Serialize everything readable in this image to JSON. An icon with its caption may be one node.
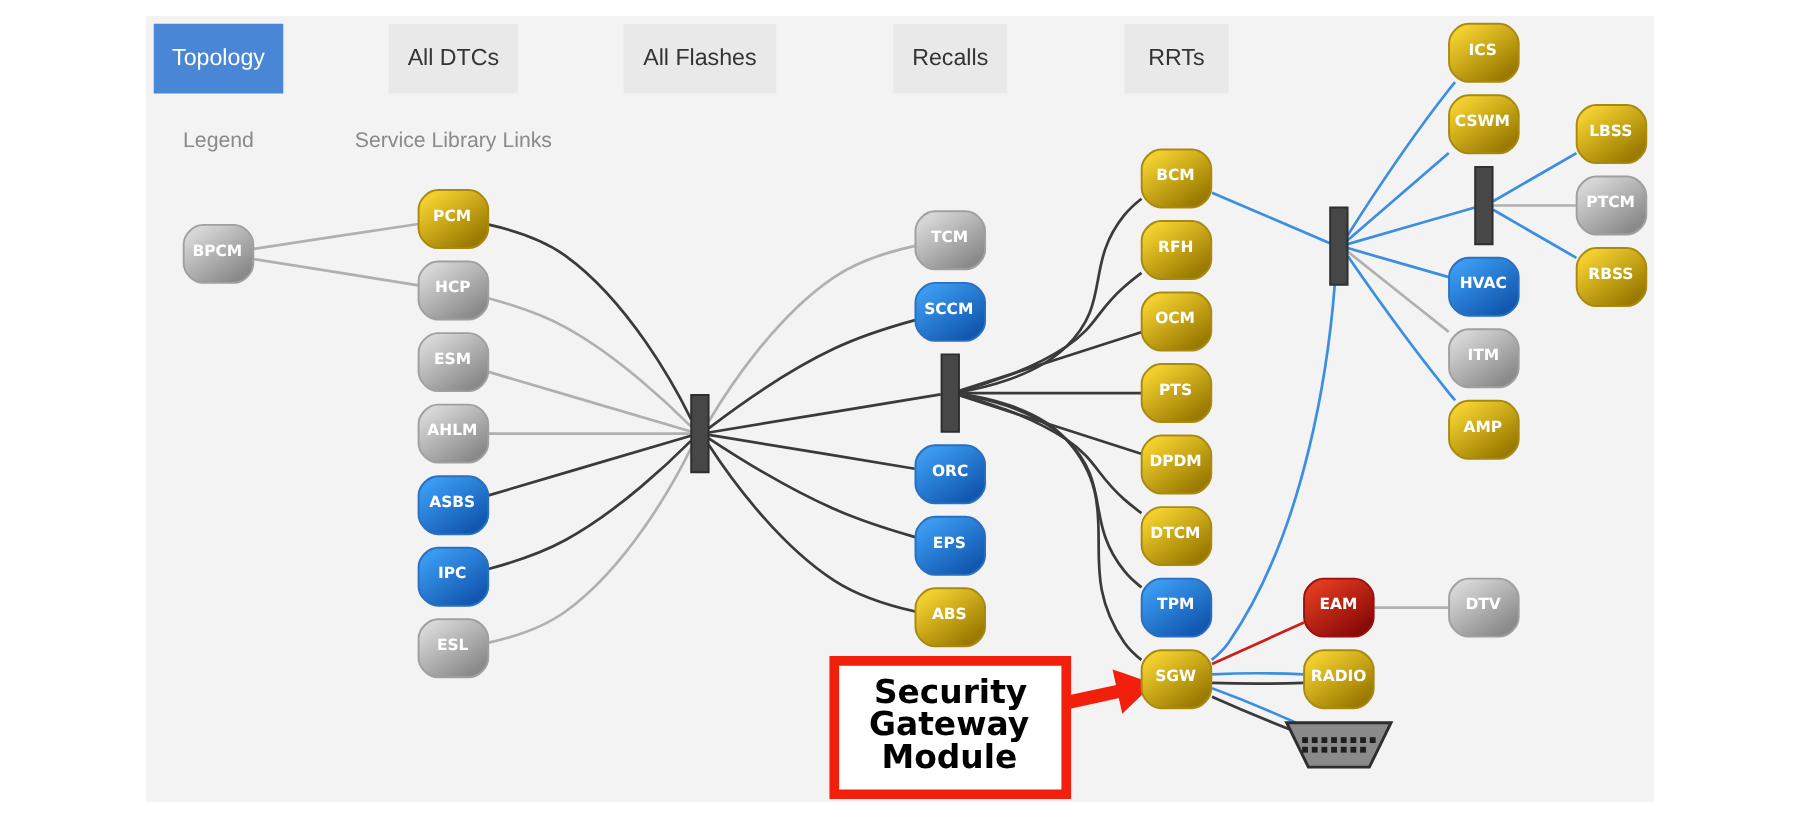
{
  "diagram": {
    "nodes": [
      {
        "text": [
          "BCM"
        ]
      },
      {
        "text": [
          "PCM"
        ]
      },
      {
        "text": [
          "TCM"
        ]
      },
      {
        "text": [
          "RFH"
        ]
      },
      {
        "text": [
          "ICS"
        ]
      },
      {
        "text": [
          "ESM"
        ]
      },
      {
        "text": [
          "SCCM"
        ]
      },
      {
        "text": [
          "OCM"
        ]
      },
      {
        "text": [
          "CSWM"
        ]
      },
      {
        "text": [
          "AHLM"
        ]
      },
      {
        "text": [
          "PTS"
        ]
      },
      {
        "text": [
          "LBSS"
        ]
      },
      {
        "text": [
          "BPCM"
        ]
      },
      {
        "text": [
          "HCP"
        ]
      },
      {
        "text": [],
        "shape": "bar"
      },
      {
        "text": [],
        "shape": "bar"
      },
      {
        "text": [],
        "shape": "bar"
      },
      {
        "text": [],
        "shape": "bar"
      },
      {
        "text": [
          "PTCM"
        ]
      },
      {
        "text": [
          "ASBS"
        ]
      },
      {
        "text": [
          "ORC"
        ]
      },
      {
        "text": [
          "DPDM"
        ]
      },
      {
        "text": [
          "HVAC"
        ]
      },
      {
        "text": [
          "RBSS"
        ]
      },
      {
        "text": [
          "IPC"
        ]
      },
      {
        "text": [
          "EPS"
        ]
      },
      {
        "text": [
          "DTCM"
        ]
      },
      {
        "text": [
          "ITM"
        ]
      },
      {
        "text": [
          "ESL"
        ]
      },
      {
        "text": [
          "ABS"
        ]
      },
      {
        "text": [
          "TPM"
        ]
      },
      {
        "text": [
          "AMP"
        ]
      },
      {
        "text": [
          "DTV"
        ]
      },
      {
        "text": [
          "EAM"
        ]
      },
      {
        "text": [
          "RADIO"
        ]
      },
      {
        "text": [
          "Security Gateway Module"
        ]
      },
      {
        "text": [
          "SGW"
        ]
      },
      {
        "text": [],
        "shape": "picture"
      }
    ],
    "edges": [
      {
        "from": 1,
        "to": 14,
        "arrow": "none"
      },
      {
        "from": 5,
        "to": 14,
        "arrow": "none",
        "color": "#b0b0b0"
      },
      {
        "from": 9,
        "to": 14,
        "arrow": "none",
        "color": "#b0b0b0"
      },
      {
        "from": 13,
        "to": 14,
        "arrow": "none",
        "color": "#b0b0b0"
      },
      {
        "from": 19,
        "to": 14,
        "arrow": "none"
      },
      {
        "from": 24,
        "to": 14,
        "arrow": "none"
      },
      {
        "from": 28,
        "to": 14,
        "arrow": "none",
        "color": "#b0b0b0"
      },
      {
        "from": 12,
        "to": 1,
        "arrow": "none",
        "color": "#b0b0b0"
      },
      {
        "from": 12,
        "to": 13,
        "arrow": "none",
        "color": "#b0b0b0"
      },
      {
        "from": 14,
        "to": 2,
        "arrow": "none",
        "color": "#b0b0b0"
      },
      {
        "from": 14,
        "to": 6,
        "arrow": "none"
      },
      {
        "from": 14,
        "to": 20,
        "arrow": "none"
      },
      {
        "from": 14,
        "to": 25,
        "arrow": "none"
      },
      {
        "from": 14,
        "to": 29,
        "arrow": "none"
      },
      {
        "from": 14,
        "to": 15,
        "arrow": "none"
      },
      {
        "from": 15,
        "to": 3,
        "arrow": "none"
      },
      {
        "from": 15,
        "to": 7,
        "arrow": "none"
      },
      {
        "from": 15,
        "to": 10,
        "arrow": "none"
      },
      {
        "from": 15,
        "to": 21,
        "arrow": "none"
      },
      {
        "from": 15,
        "to": 26,
        "arrow": "none"
      },
      {
        "from": 15,
        "to": 30,
        "arrow": "none"
      },
      {
        "from": 15,
        "to": 0,
        "arrow": "none"
      },
      {
        "from": 15,
        "to": 36,
        "arrow": "none"
      },
      {
        "from": 0,
        "to": 16,
        "arrow": "none",
        "color": "#3d8ee0"
      },
      {
        "from": 36,
        "to": 16,
        "arrow": "none",
        "color": "#3d8ee0"
      },
      {
        "from": 16,
        "to": 4,
        "arrow": "none",
        "color": "#3d8ee0"
      },
      {
        "from": 16,
        "to": 8,
        "arrow": "none",
        "color": "#3d8ee0"
      },
      {
        "from": 16,
        "to": 22,
        "arrow": "none",
        "color": "#3d8ee0"
      },
      {
        "from": 16,
        "to": 27,
        "arrow": "none",
        "color": "#b0b0b0"
      },
      {
        "from": 16,
        "to": 31,
        "arrow": "none",
        "color": "#3d8ee0"
      },
      {
        "from": 16,
        "to": 17,
        "arrow": "none",
        "color": "#3d8ee0"
      },
      {
        "from": 17,
        "to": 11,
        "arrow": "none",
        "color": "#3d8ee0"
      },
      {
        "from": 17,
        "to": 18,
        "arrow": "none",
        "color": "#b0b0b0"
      },
      {
        "from": 17,
        "to": 23,
        "arrow": "none",
        "color": "#3d8ee0"
      },
      {
        "from": 36,
        "to": 34,
        "arrow": "none"
      },
      {
        "from": 36,
        "to": 34,
        "arrow": "none",
        "color": "#3d8ee0"
      },
      {
        "from": 36,
        "to": 33,
        "arrow": "none",
        "color": "#cc1f1a"
      },
      {
        "from": 33,
        "to": 32,
        "arrow": "none",
        "color": "#b0b0b0"
      },
      {
        "from": 36,
        "to": 37,
        "arrow": "none"
      },
      {
        "from": 36,
        "to": 37,
        "arrow": "none",
        "color": "#3d8ee0"
      },
      {
        "from": 35,
        "to": 36,
        "arrow": "to",
        "style": "thick",
        "color": "#f21f0c"
      }
    ],
    "labels": [
      "Topology",
      "All DTCs",
      "All Flashes",
      "Recalls",
      "RRTs",
      "Legend",
      "Service Library Links"
    ]
  }
}
